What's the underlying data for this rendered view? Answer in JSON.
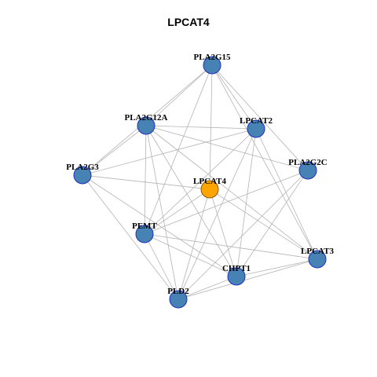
{
  "title": "LPCAT4",
  "colors": {
    "hub": "#FFA500",
    "node": "#4682B4",
    "node_stroke": "#1F2FBF",
    "hub_stroke": "#8B5A00",
    "edge": "#B4B4B4"
  },
  "nodes": [
    {
      "id": "PLA2G15",
      "label": "PLA2G15",
      "hub": false
    },
    {
      "id": "PLA2G12A",
      "label": "PLA2G12A",
      "hub": false
    },
    {
      "id": "LPCAT2",
      "label": "LPCAT2",
      "hub": false
    },
    {
      "id": "PLA2G3",
      "label": "PLA2G3",
      "hub": false
    },
    {
      "id": "PLA2G2C",
      "label": "PLA2G2C",
      "hub": false
    },
    {
      "id": "LPCAT4",
      "label": "LPCAT4",
      "hub": true
    },
    {
      "id": "PEMT",
      "label": "PEMT",
      "hub": false
    },
    {
      "id": "LPCAT3",
      "label": "LPCAT3",
      "hub": false
    },
    {
      "id": "CHPT1",
      "label": "CHPT1",
      "hub": false
    },
    {
      "id": "PLD2",
      "label": "PLD2",
      "hub": false
    }
  ],
  "edges": [
    [
      "PLA2G15",
      "PLA2G12A"
    ],
    [
      "PLA2G15",
      "LPCAT2"
    ],
    [
      "PLA2G15",
      "PLA2G3"
    ],
    [
      "PLA2G15",
      "PLA2G2C"
    ],
    [
      "PLA2G15",
      "LPCAT4"
    ],
    [
      "PLA2G15",
      "PEMT"
    ],
    [
      "PLA2G15",
      "LPCAT3"
    ],
    [
      "PLA2G12A",
      "LPCAT2"
    ],
    [
      "PLA2G12A",
      "PLA2G3"
    ],
    [
      "PLA2G12A",
      "PLA2G2C"
    ],
    [
      "PLA2G12A",
      "PEMT"
    ],
    [
      "PLA2G12A",
      "CHPT1"
    ],
    [
      "PLA2G12A",
      "PLD2"
    ],
    [
      "PLA2G12A",
      "LPCAT3"
    ],
    [
      "LPCAT2",
      "PLA2G3"
    ],
    [
      "LPCAT2",
      "PEMT"
    ],
    [
      "LPCAT2",
      "PLD2"
    ],
    [
      "LPCAT2",
      "CHPT1"
    ],
    [
      "LPCAT2",
      "LPCAT3"
    ],
    [
      "PLA2G3",
      "LPCAT4"
    ],
    [
      "PLA2G3",
      "PLD2"
    ],
    [
      "PLA2G3",
      "CHPT1"
    ],
    [
      "PLA2G2C",
      "PEMT"
    ],
    [
      "PLA2G2C",
      "PLD2"
    ],
    [
      "PLA2G2C",
      "CHPT1"
    ],
    [
      "LPCAT4",
      "PEMT"
    ],
    [
      "LPCAT4",
      "CHPT1"
    ],
    [
      "LPCAT4",
      "LPCAT3"
    ],
    [
      "LPCAT4",
      "PLD2"
    ],
    [
      "PEMT",
      "CHPT1"
    ],
    [
      "PEMT",
      "LPCAT3"
    ],
    [
      "PEMT",
      "PLD2"
    ],
    [
      "CHPT1",
      "LPCAT3"
    ],
    [
      "PLD2",
      "LPCAT3"
    ],
    [
      "PLD2",
      "CHPT1"
    ]
  ]
}
